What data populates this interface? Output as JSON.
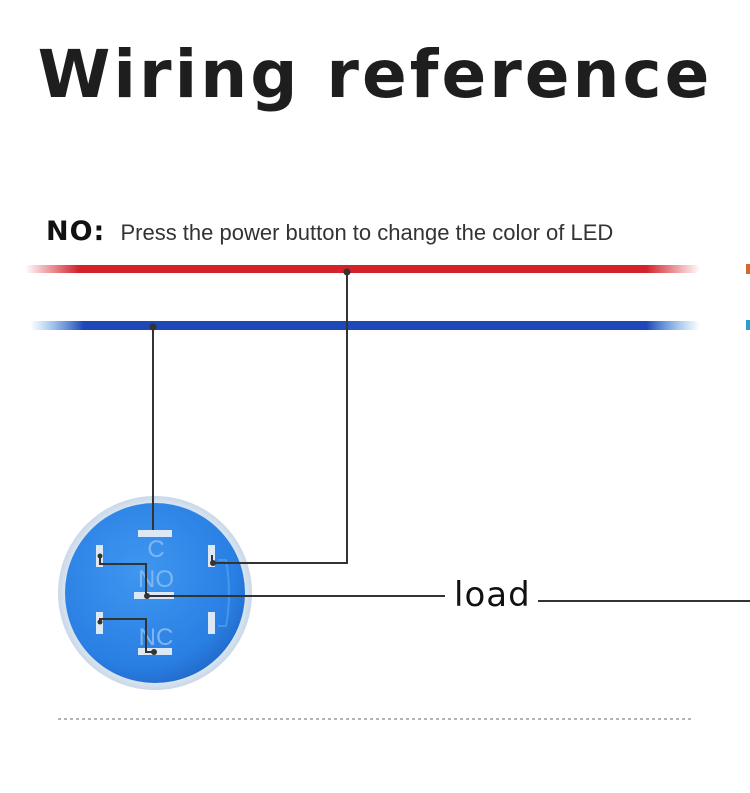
{
  "title": "Wiring reference",
  "mode": {
    "label": "NO:",
    "description": "Press the power button to change the color of LED"
  },
  "terminals": {
    "common": "C",
    "normally_open": "NO",
    "normally_closed": "NC"
  },
  "load_label": "load",
  "colors": {
    "positive_wire": "#d3222a",
    "negative_wire": "#1e48b8",
    "button_body": "#2a7fe3",
    "button_ring": "#d9e6f3",
    "lead_wire": "#333333",
    "dashed_divider": "#888888"
  }
}
